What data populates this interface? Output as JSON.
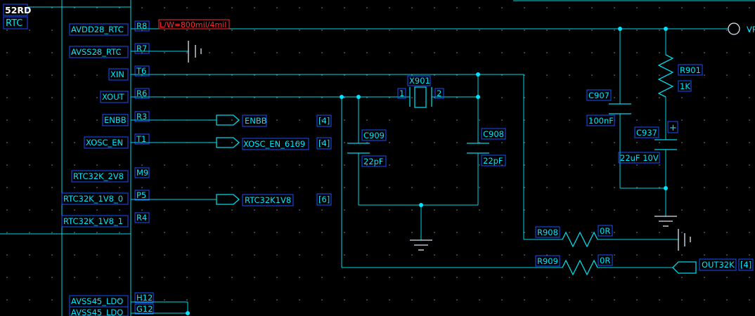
{
  "part": {
    "name": "52RD",
    "section": "RTC"
  },
  "pins": [
    {
      "net": "AVDD28_RTC",
      "pin": "R8"
    },
    {
      "net": "AVSS28_RTC",
      "pin": "R7"
    },
    {
      "net": "XIN",
      "pin": "T6"
    },
    {
      "net": "XOUT",
      "pin": "R6"
    },
    {
      "net": "ENBB",
      "pin": "R3"
    },
    {
      "net": "XOSC_EN",
      "pin": "T1"
    },
    {
      "net": "RTC32K_2V8",
      "pin": "M9"
    },
    {
      "net": "RTC32K_1V8_0",
      "pin": "P5"
    },
    {
      "net": "RTC32K_1V8_1",
      "pin": "R4"
    },
    {
      "net": "AVSS45_LDO",
      "pin": "H12"
    },
    {
      "net": "AVSS45_LDO",
      "pin": "G12"
    }
  ],
  "trace_note": "L/W=800mil/4mil",
  "ports": [
    {
      "name": "ENBB",
      "ref": "[4]"
    },
    {
      "name": "XOSC_EN_6169",
      "ref": "[4]"
    },
    {
      "name": "RTC32K1V8",
      "ref": "[6]"
    },
    {
      "name": "OUT32K",
      "ref": "[4]"
    }
  ],
  "power_port": "VR",
  "crystal": {
    "ref": "X901",
    "pin1": "1",
    "pin2": "2"
  },
  "capacitors": [
    {
      "ref": "C909",
      "value": "22pF"
    },
    {
      "ref": "C908",
      "value": "22pF"
    },
    {
      "ref": "C907",
      "value": "100nF"
    },
    {
      "ref": "C937",
      "value": "22uF 10V",
      "polarity": "+"
    }
  ],
  "resistors": [
    {
      "ref": "R901",
      "value": "1K"
    },
    {
      "ref": "R908",
      "value": "0R"
    },
    {
      "ref": "R909",
      "value": "0R"
    }
  ],
  "colors": {
    "wire": "#00d8e8",
    "text": "#00e5ff",
    "box": "#1a4fff",
    "note": "#ff2a2a",
    "background": "#000000"
  }
}
